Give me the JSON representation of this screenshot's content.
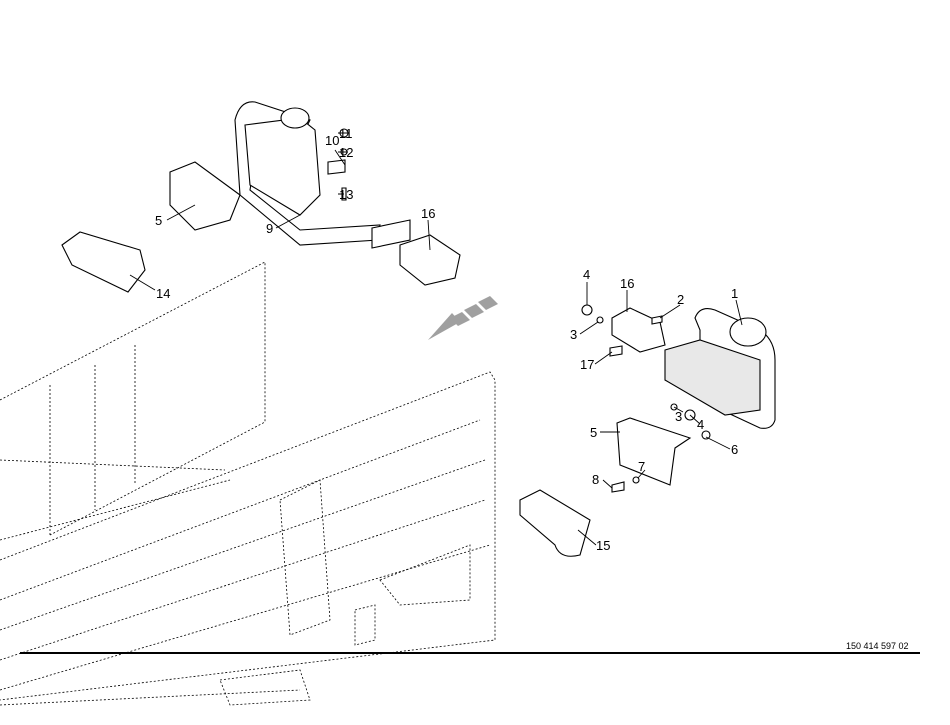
{
  "diagram": {
    "document_number": "150 414 597 02",
    "callouts": [
      "11",
      "10",
      "12",
      "13",
      "5",
      "9",
      "16",
      "14",
      "4",
      "16",
      "2",
      "1",
      "3",
      "17",
      "3",
      "4",
      "5",
      "6",
      "7",
      "8",
      "15"
    ],
    "colors": {
      "line": "#000000",
      "arrow": "#a0a0a0",
      "background": "#ffffff"
    }
  }
}
